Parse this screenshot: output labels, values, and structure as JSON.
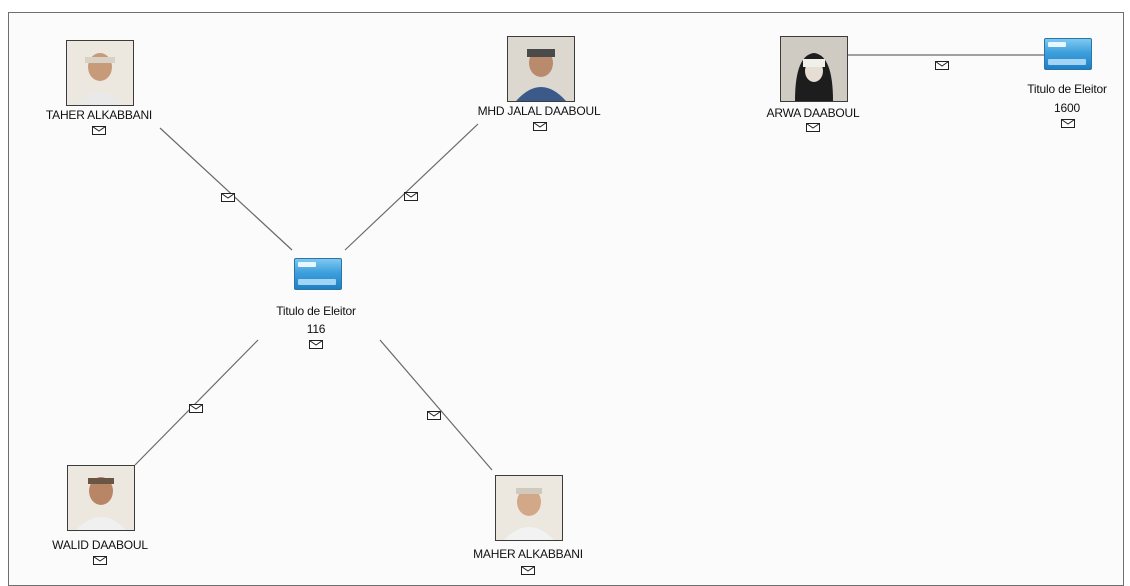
{
  "nodes": {
    "taher": {
      "name": "TAHER ALKABBANI"
    },
    "jalal": {
      "name": "MHD JALAL DAABOUL"
    },
    "arwa": {
      "name": "ARWA DAABOUL"
    },
    "walid": {
      "name": "WALID DAABOUL"
    },
    "maher": {
      "name": "MAHER ALKABBANI"
    },
    "titulo116": {
      "label": "Titulo de Eleitor",
      "number": "116"
    },
    "titulo1600": {
      "label": "Titulo de Eleitor",
      "number": "1600"
    }
  },
  "icons": {
    "person": "person-photo-icon",
    "document": "voter-card-icon",
    "link": "envelope-icon"
  }
}
